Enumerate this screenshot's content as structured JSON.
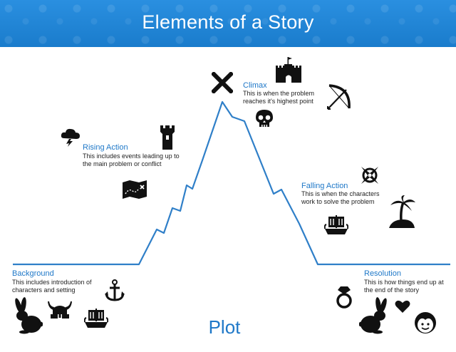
{
  "title": "Elements of a Story",
  "footer_title": "Plot",
  "colors": {
    "banner": "#1f86d6",
    "accent": "#1f78c8",
    "text": "#222222",
    "icon": "#111111"
  },
  "stages": {
    "background": {
      "label": "Background",
      "description": "This includes introduction of characters and setting"
    },
    "rising_action": {
      "label": "Rising Action",
      "description": "This includes events leading up to the main problem or conflict"
    },
    "climax": {
      "label": "Climax",
      "description": "This is when the problem reaches it's highest point"
    },
    "falling_action": {
      "label": "Falling Action",
      "description": "This is when the characters work to solve the problem"
    },
    "resolution": {
      "label": "Resolution",
      "description": "This is how things end up at the end of the story"
    }
  },
  "icons": {
    "background": [
      "rabbit-icon",
      "viking-helmet-icon",
      "viking-ship-icon",
      "anchor-icon"
    ],
    "rising_action": [
      "storm-cloud-icon",
      "tower-icon",
      "treasure-map-icon"
    ],
    "climax": [
      "crossed-swords-icon",
      "castle-icon",
      "bow-and-arrow-icon",
      "skull-icon"
    ],
    "falling_action": [
      "compass-icon",
      "island-icon",
      "viking-ship-icon"
    ],
    "resolution": [
      "ring-icon",
      "rabbit-icon",
      "heart-icon",
      "girl-face-icon"
    ]
  }
}
